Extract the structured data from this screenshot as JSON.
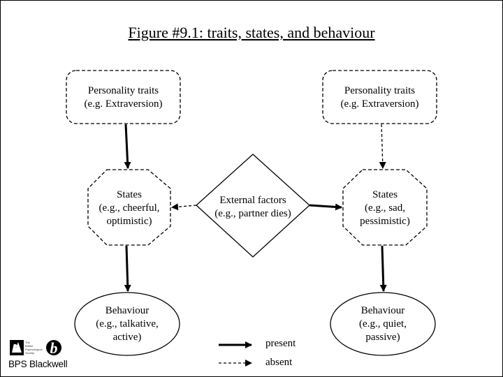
{
  "title": "Figure #9.1: traits, states, and behaviour",
  "left": {
    "traits": {
      "line1": "Personality traits",
      "line2": "(e.g. Extraversion)"
    },
    "states": {
      "line1": "States",
      "line2": "(e.g., cheerful,",
      "line3": "optimistic)"
    },
    "behaviour": {
      "line1": "Behaviour",
      "line2": "(e.g., talkative,",
      "line3": "active)"
    }
  },
  "center": {
    "external": {
      "line1": "External factors",
      "line2": "(e.g., partner dies)"
    }
  },
  "right": {
    "traits": {
      "line1": "Personality traits",
      "line2": "(e.g. Extraversion)"
    },
    "states": {
      "line1": "States",
      "line2": "(e.g., sad,",
      "line3": "pessimistic)"
    },
    "behaviour": {
      "line1": "Behaviour",
      "line2": "(e.g., quiet,",
      "line3": "passive)"
    }
  },
  "legend": {
    "present": "present",
    "absent": "absent"
  },
  "publisher": {
    "name": "BPS Blackwell",
    "society_line1": "The",
    "society_line2": "British",
    "society_line3": "Psychological",
    "society_line4": "Society",
    "logo_letter": "b"
  },
  "colors": {
    "stroke": "#000000",
    "background": "#ffffff"
  }
}
